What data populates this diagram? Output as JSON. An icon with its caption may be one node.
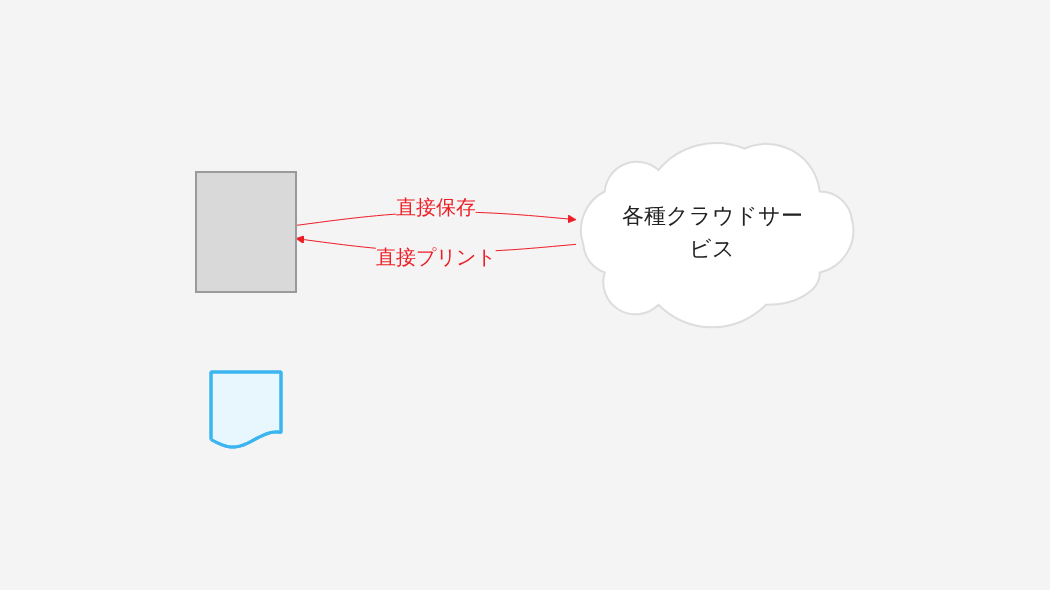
{
  "diagram": {
    "nodes": [
      {
        "text": [],
        "shape": "box"
      },
      {
        "text": [
          "各種クラウドサービス"
        ]
      },
      {
        "text": [],
        "shape": "box"
      }
    ],
    "edges": [
      {
        "from": 0,
        "to": 1,
        "arrow": "to",
        "label": "直接保存",
        "color": "#ee1c25"
      },
      {
        "from": 1,
        "to": 0,
        "arrow": "to",
        "label": "直接プリント",
        "color": "#ee1c25"
      }
    ]
  }
}
